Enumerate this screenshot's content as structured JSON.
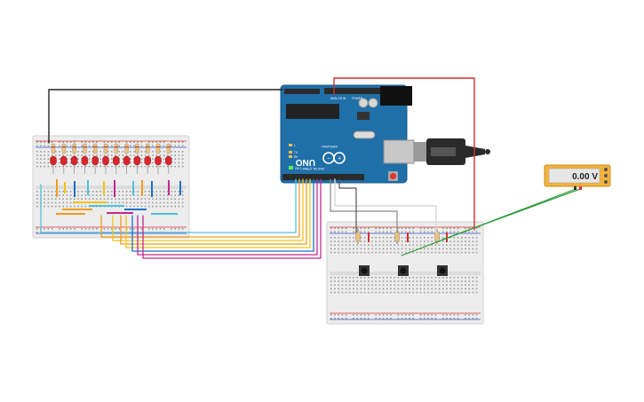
{
  "board": {
    "model": "UNO",
    "brand": "ARDUINO",
    "digital_label": "DIGITAL (PWM~)",
    "analog_label": "ANALOG IN",
    "power_label": "POWER",
    "tx_label": "TX",
    "rx_label": "RX",
    "on_label": "ON",
    "l_label": "L"
  },
  "multimeter": {
    "reading": "0.00 V"
  },
  "colors": {
    "wire_black": "#222222",
    "wire_red": "#d32f2f",
    "wire_green": "#2e9d3a",
    "wire_cyan": "#4fc3d9",
    "wire_orange": "#f29a1f",
    "wire_yellow": "#f2c40f",
    "wire_blue": "#1e6fc9",
    "wire_magenta": "#c2288f",
    "wire_gray": "#888888",
    "wire_white": "#d9d9d9",
    "board_blue": "#1f6fa8",
    "breadboard": "#ececec",
    "led_red": "#d9262d"
  },
  "components": {
    "led_count": 12,
    "button_count": 3,
    "resistor_count": 3
  }
}
